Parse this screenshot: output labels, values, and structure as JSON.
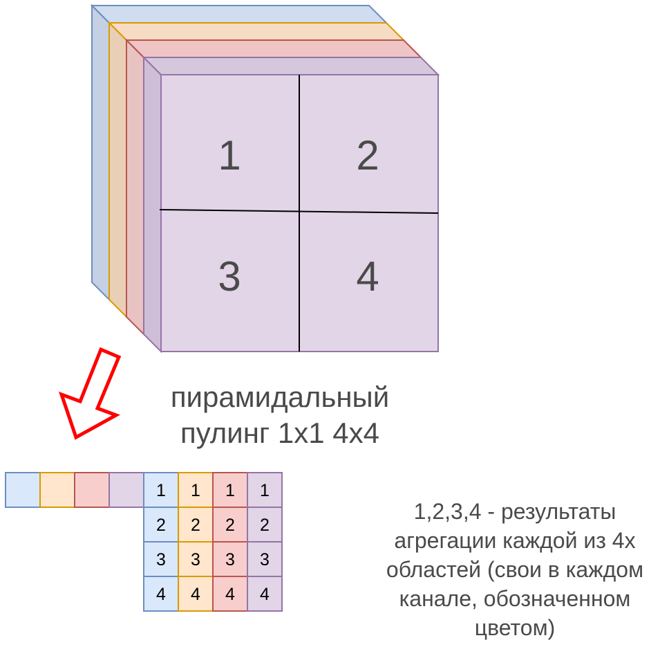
{
  "colors": {
    "channel_fills": [
      "#c5d0e2",
      "#e9cfb5",
      "#e9c2c2",
      "#cfbfd6"
    ],
    "channel_strokes": [
      "#6c8ebf",
      "#d79b00",
      "#b85450",
      "#9673a6"
    ],
    "channel_tops": [
      "#d0dcef",
      "#f5dcc2",
      "#efc4c4",
      "#d6c8dc"
    ],
    "front_face": "#e1d5e7",
    "cell_fills": [
      "#dae8fc",
      "#ffe6cc",
      "#f8cecc",
      "#e1d5e7"
    ],
    "arrow": "#ff0000",
    "text": "#4a4a4a"
  },
  "cube": {
    "region_labels": [
      "1",
      "2",
      "3",
      "4"
    ]
  },
  "caption": {
    "lines": [
      "пирамидальный",
      "пулинг 1х1 4х4"
    ]
  },
  "vector": {
    "rows": [
      [
        "1",
        "1",
        "1",
        "1"
      ],
      [
        "2",
        "2",
        "2",
        "2"
      ],
      [
        "3",
        "3",
        "3",
        "3"
      ],
      [
        "4",
        "4",
        "4",
        "4"
      ]
    ]
  },
  "note": {
    "lines": [
      "1,2,3,4 - результаты",
      "агрегации каждой из 4х",
      "областей (свои в каждом",
      "канале, обозначенном",
      "цветом)"
    ]
  }
}
